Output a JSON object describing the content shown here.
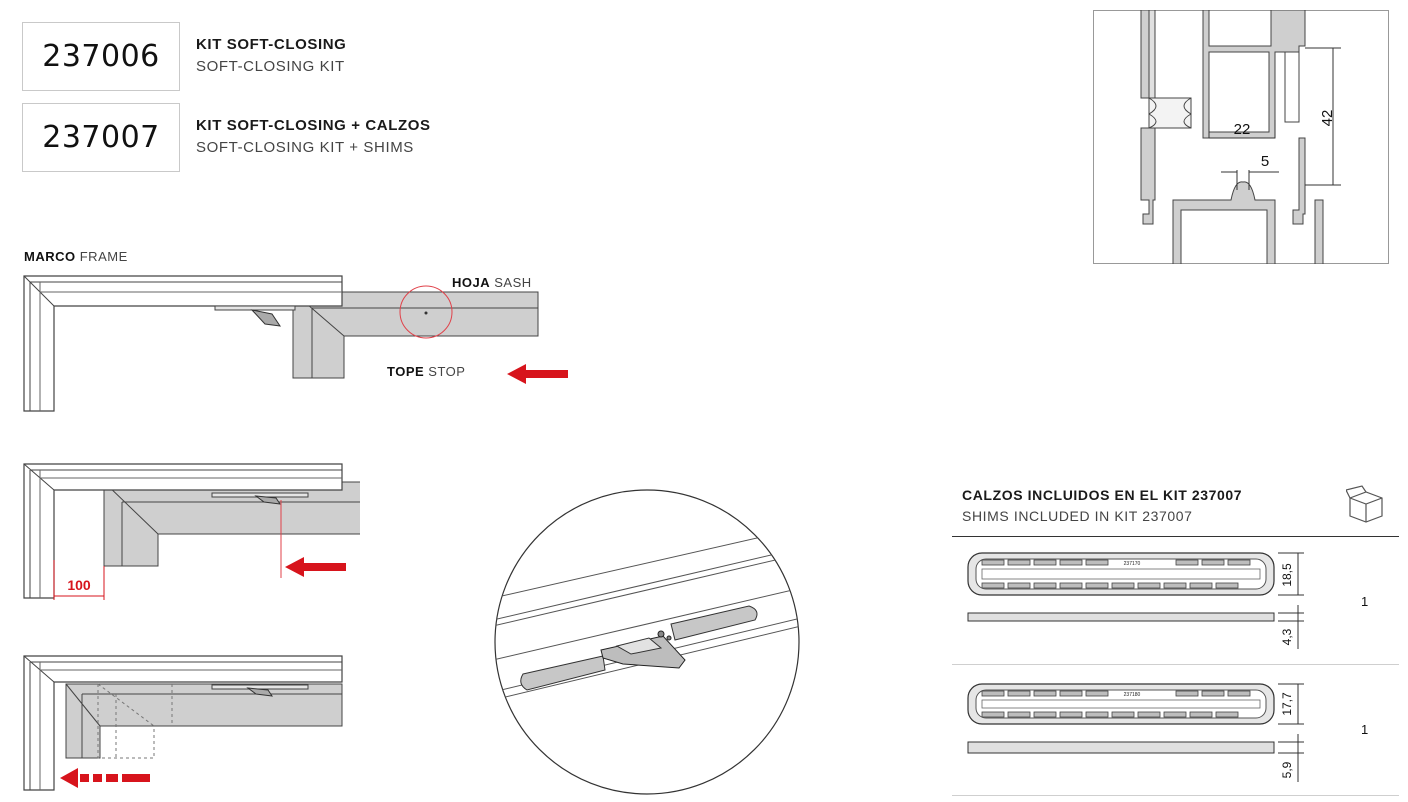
{
  "products": [
    {
      "code": "237006",
      "title": "KIT SOFT-CLOSING",
      "subtitle": "SOFT-CLOSING KIT"
    },
    {
      "code": "237007",
      "title": "KIT SOFT-CLOSING + CALZOS",
      "subtitle": "SOFT-CLOSING KIT + SHIMS"
    }
  ],
  "labels": {
    "marco": "MARCO",
    "frame": "FRAME",
    "hoja": "HOJA",
    "sash": "SASH",
    "tope": "TOPE",
    "stop": "STOP"
  },
  "dimensions": {
    "travel": "100",
    "section_width": "22",
    "section_height": "42",
    "section_gap": "5"
  },
  "shims": {
    "title": "CALZOS INCLUIDOS EN EL KIT 237007",
    "subtitle": "SHIMS INCLUDED IN KIT 237007",
    "items": [
      {
        "width": "18,5",
        "thickness": "4,3",
        "qty": "1",
        "mark": "237170"
      },
      {
        "width": "17,7",
        "thickness": "5,9",
        "qty": "1",
        "mark": "237180"
      }
    ]
  },
  "colors": {
    "accent": "#d7141c",
    "profile": "#cfcfcf",
    "profile_dark": "#b9b9b9",
    "line": "#555555"
  },
  "icons": {
    "box": "box-icon",
    "arrow": "arrow-left-icon"
  }
}
